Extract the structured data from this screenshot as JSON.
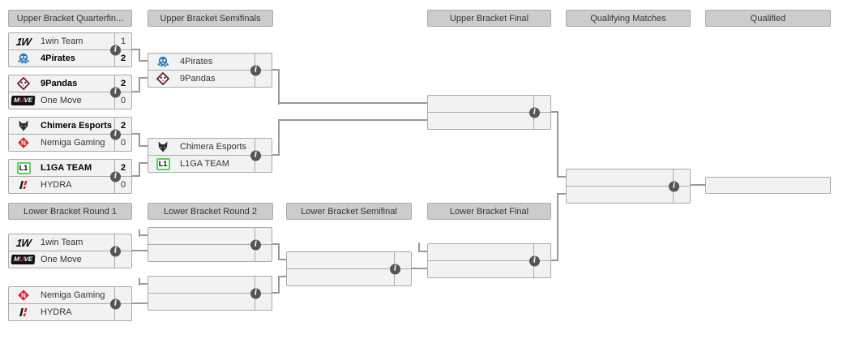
{
  "headers": {
    "ub_quarterfinals": "Upper Bracket Quarterfin...",
    "ub_semifinals": "Upper Bracket Semifinals",
    "ub_final": "Upper Bracket Final",
    "qualifying_matches": "Qualifying Matches",
    "qualified": "Qualified",
    "lb_round1": "Lower Bracket Round 1",
    "lb_round2": "Lower Bracket Round 2",
    "lb_semifinal": "Lower Bracket Semifinal",
    "lb_final": "Lower Bracket Final"
  },
  "matches": {
    "ub_qf_1": {
      "slots": [
        {
          "team": "1win Team",
          "score": "1",
          "winner": false,
          "logo": "1win-team-logo"
        },
        {
          "team": "4Pirates",
          "score": "2",
          "winner": true,
          "logo": "4pirates-logo"
        }
      ]
    },
    "ub_qf_2": {
      "slots": [
        {
          "team": "9Pandas",
          "score": "2",
          "winner": true,
          "logo": "9pandas-logo"
        },
        {
          "team": "One Move",
          "score": "0",
          "winner": false,
          "logo": "one-move-logo"
        }
      ]
    },
    "ub_qf_3": {
      "slots": [
        {
          "team": "Chimera Esports",
          "score": "2",
          "winner": true,
          "logo": "chimera-logo"
        },
        {
          "team": "Nemiga Gaming",
          "score": "0",
          "winner": false,
          "logo": "nemiga-logo"
        }
      ]
    },
    "ub_qf_4": {
      "slots": [
        {
          "team": "L1GA TEAM",
          "score": "2",
          "winner": true,
          "logo": "l1ga-logo"
        },
        {
          "team": "HYDRA",
          "score": "0",
          "winner": false,
          "logo": "hydra-logo"
        }
      ]
    },
    "ub_sf_1": {
      "slots": [
        {
          "team": "4Pirates",
          "score": "",
          "winner": false,
          "logo": "4pirates-logo"
        },
        {
          "team": "9Pandas",
          "score": "",
          "winner": false,
          "logo": "9pandas-logo"
        }
      ]
    },
    "ub_sf_2": {
      "slots": [
        {
          "team": "Chimera Esports",
          "score": "",
          "winner": false,
          "logo": "chimera-logo"
        },
        {
          "team": "L1GA TEAM",
          "score": "",
          "winner": false,
          "logo": "l1ga-logo"
        }
      ]
    },
    "ub_final": {
      "slots": [
        {
          "team": "",
          "score": ""
        },
        {
          "team": "",
          "score": ""
        }
      ]
    },
    "qualifying": {
      "slots": [
        {
          "team": "",
          "score": ""
        },
        {
          "team": "",
          "score": ""
        }
      ]
    },
    "qualified_slot": {
      "team": ""
    },
    "lb_r1_1": {
      "slots": [
        {
          "team": "1win Team",
          "score": "",
          "winner": false,
          "logo": "1win-team-logo"
        },
        {
          "team": "One Move",
          "score": "",
          "winner": false,
          "logo": "one-move-logo"
        }
      ]
    },
    "lb_r1_2": {
      "slots": [
        {
          "team": "Nemiga Gaming",
          "score": "",
          "winner": false,
          "logo": "nemiga-logo"
        },
        {
          "team": "HYDRA",
          "score": "",
          "winner": false,
          "logo": "hydra-logo"
        }
      ]
    },
    "lb_r2_1": {
      "slots": [
        {
          "team": "",
          "score": ""
        },
        {
          "team": "",
          "score": ""
        }
      ]
    },
    "lb_r2_2": {
      "slots": [
        {
          "team": "",
          "score": ""
        },
        {
          "team": "",
          "score": ""
        }
      ]
    },
    "lb_sf": {
      "slots": [
        {
          "team": "",
          "score": ""
        },
        {
          "team": "",
          "score": ""
        }
      ]
    },
    "lb_final": {
      "slots": [
        {
          "team": "",
          "score": ""
        },
        {
          "team": "",
          "score": ""
        }
      ]
    }
  },
  "logos": {
    "onewin_text": "1W",
    "onemove_p1": "M",
    "onemove_p2": "U",
    "onemove_p3": "VE",
    "l1ga_text": "L1",
    "nemiga_letter": "N"
  },
  "ui": {
    "info_glyph": "i"
  },
  "colors": {
    "header_bg": "#cccccc",
    "row_bg": "#f2f2f2",
    "border": "#aaaaaa",
    "connector": "#999999",
    "info_icon_bg": "#555555",
    "text": "#333333",
    "winner_text": "#000000",
    "l1ga_green": "#5ecf5e",
    "nemiga_red": "#d8232a",
    "pirates_blue": "#2e7bbd",
    "pandas_maroon": "#6f1a2e",
    "hydra_red": "#d8232a",
    "move_accent_red": "#e04040"
  }
}
